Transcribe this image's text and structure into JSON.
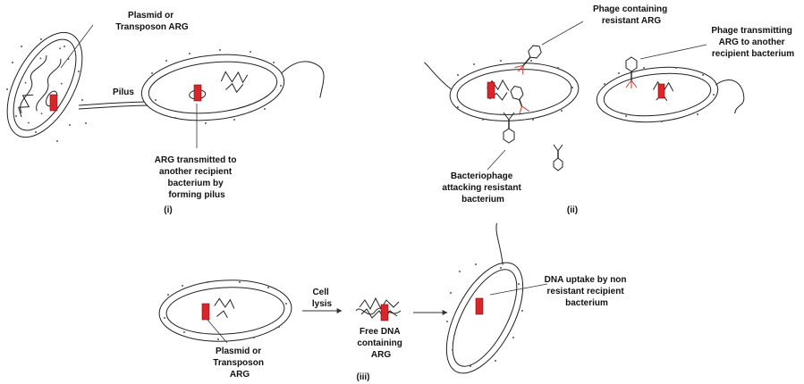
{
  "panels": {
    "i": {
      "tag": "(i)",
      "plasmid_label": [
        "Plasmid or",
        "Transposon ARG"
      ],
      "pilus_label": "Pilus",
      "transfer_label": [
        "ARG transmitted to",
        "another recipient",
        "bacterium by",
        "forming pilus"
      ]
    },
    "ii": {
      "tag": "(ii)",
      "phage_resistant_label": [
        "Phage containing",
        "resistant ARG"
      ],
      "phage_transmit_label": [
        "Phage transmitting",
        "ARG to another",
        "recipient bacterium"
      ],
      "phage_attack_label": [
        "Bacteriophage",
        "attacking resistant",
        "bacterium"
      ]
    },
    "iii": {
      "tag": "(iii)",
      "lysis_label": [
        "Cell",
        "lysis"
      ],
      "free_dna_label": [
        "Free DNA",
        "containing",
        "ARG"
      ],
      "plasmid_label": [
        "Plasmid or",
        "Transposon",
        "ARG"
      ],
      "uptake_label": [
        "DNA uptake by non",
        "resistant recipient",
        "bacterium"
      ]
    }
  },
  "colors": {
    "arg": "#d9262b",
    "ink": "#222222",
    "phage_tail": "#c0392b"
  }
}
